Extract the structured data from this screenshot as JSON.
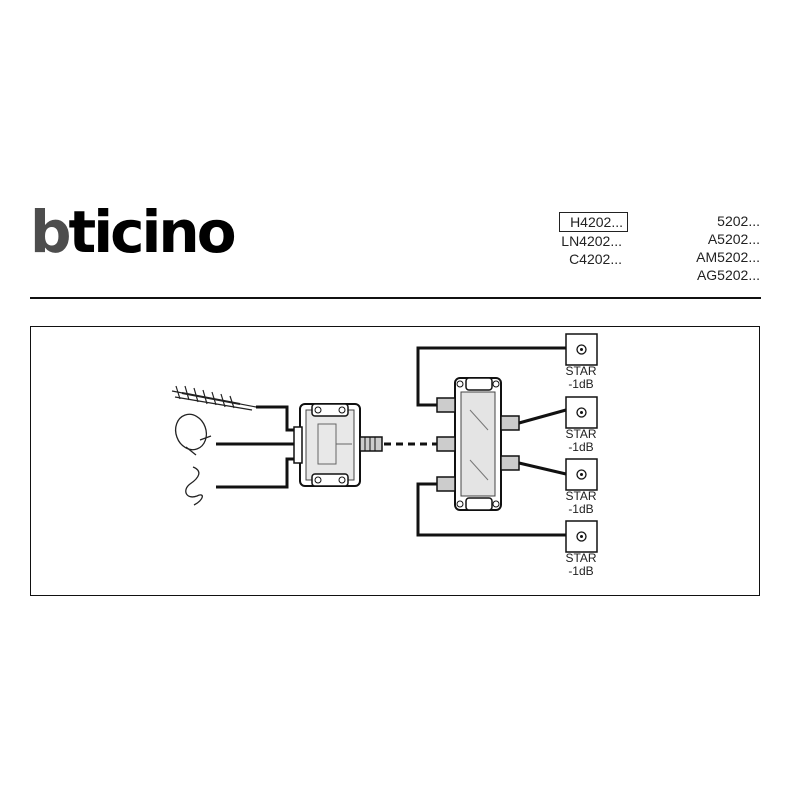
{
  "brand": {
    "logo_b": "b",
    "logo_rest": "ticino"
  },
  "codes_left": [
    "H4202...",
    "LN4202...",
    "C4202..."
  ],
  "codes_right": [
    "5202...",
    "A5202...",
    "AM5202...",
    "AG5202..."
  ],
  "outlets": [
    {
      "label_line1": "STAR",
      "label_line2": "-1dB"
    },
    {
      "label_line1": "STAR",
      "label_line2": "-1dB"
    },
    {
      "label_line1": "STAR",
      "label_line2": "-1dB"
    },
    {
      "label_line1": "STAR",
      "label_line2": "-1dB"
    }
  ]
}
